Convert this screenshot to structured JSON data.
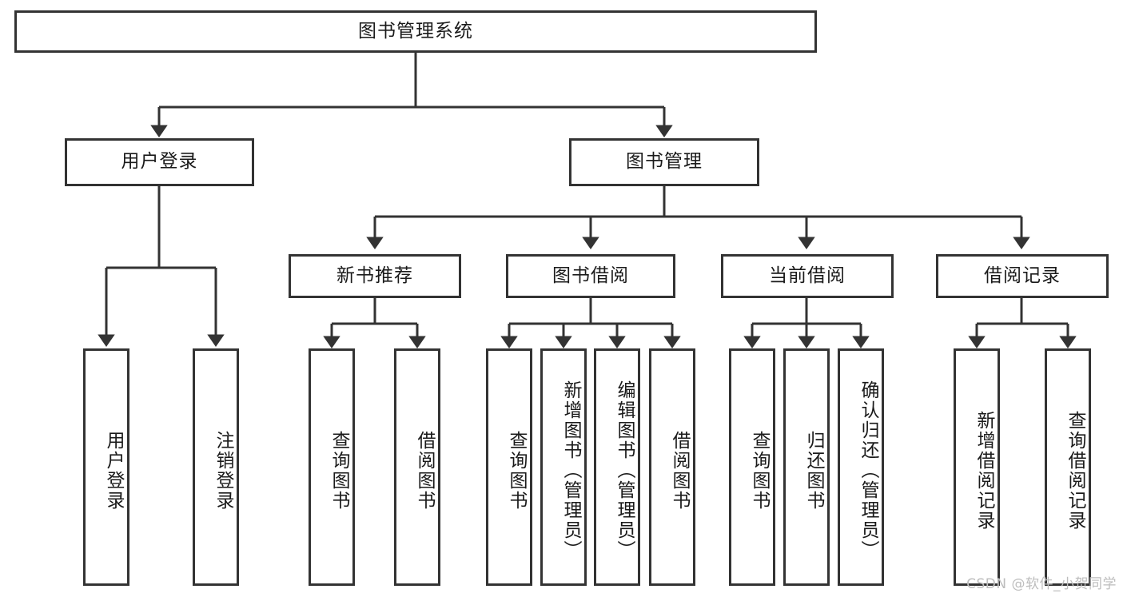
{
  "diagram": {
    "title_node": {
      "label": "图书管理系统"
    },
    "level2": [
      {
        "id": "user-login",
        "label": "用户登录"
      },
      {
        "id": "book-manage",
        "label": "图书管理"
      }
    ],
    "level3": [
      {
        "id": "new-book-recommend",
        "label": "新书推荐"
      },
      {
        "id": "book-borrow",
        "label": "图书借阅"
      },
      {
        "id": "current-borrow",
        "label": "当前借阅"
      },
      {
        "id": "borrow-record",
        "label": "借阅记录"
      }
    ],
    "leaves": {
      "user-login": [
        {
          "id": "leaf-user-login",
          "label": "用户登录"
        },
        {
          "id": "leaf-logout",
          "label": "注销登录"
        }
      ],
      "new-book-recommend": [
        {
          "id": "leaf-query-book-1",
          "label": "查询图书"
        },
        {
          "id": "leaf-borrow-book-1",
          "label": "借阅图书"
        }
      ],
      "book-borrow": [
        {
          "id": "leaf-query-book-2",
          "label": "查询图书"
        },
        {
          "id": "leaf-add-book",
          "label": "新增图书（管理员）"
        },
        {
          "id": "leaf-edit-book",
          "label": "编辑图书（管理员）"
        },
        {
          "id": "leaf-borrow-book-2",
          "label": "借阅图书"
        }
      ],
      "current-borrow": [
        {
          "id": "leaf-query-book-3",
          "label": "查询图书"
        },
        {
          "id": "leaf-return-book",
          "label": "归还图书"
        },
        {
          "id": "leaf-confirm-return",
          "label": "确认归还（管理员）"
        }
      ],
      "borrow-record": [
        {
          "id": "leaf-add-record",
          "label": "新增借阅记录"
        },
        {
          "id": "leaf-query-record",
          "label": "查询借阅记录"
        }
      ]
    },
    "watermark": "CSDN @软件_小贺同学",
    "colors": {
      "stroke": "#333333",
      "text": "#1a1a1a",
      "background": "#ffffff",
      "watermark": "#bdbdbd"
    }
  }
}
